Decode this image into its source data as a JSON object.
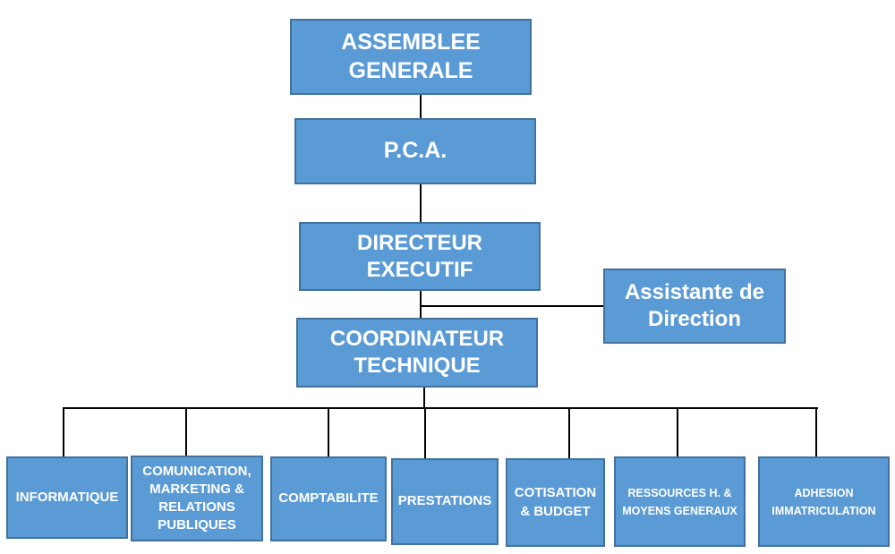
{
  "org": {
    "assemblee": "ASSEMBLEE\nGENERALE",
    "pca": "P.C.A.",
    "directeur": "DIRECTEUR\nEXECUTIF",
    "assistante": "Assistante de\nDirection",
    "coordinateur": "COORDINATEUR\nTECHNIQUE",
    "departments": [
      "INFORMATIQUE",
      "COMUNICATION,\nMARKETING &\nRELATIONS\nPUBLIQUES",
      "COMPTABILITE",
      "PRESTATIONS",
      "COTISATION\n& BUDGET",
      "RESSOURCES H. &\nMOYENS GENERAUX",
      "ADHESION\nIMMATRICULATION"
    ]
  },
  "colors": {
    "box_fill": "#5b9bd5",
    "box_border": "#41719c",
    "line": "#000000"
  }
}
